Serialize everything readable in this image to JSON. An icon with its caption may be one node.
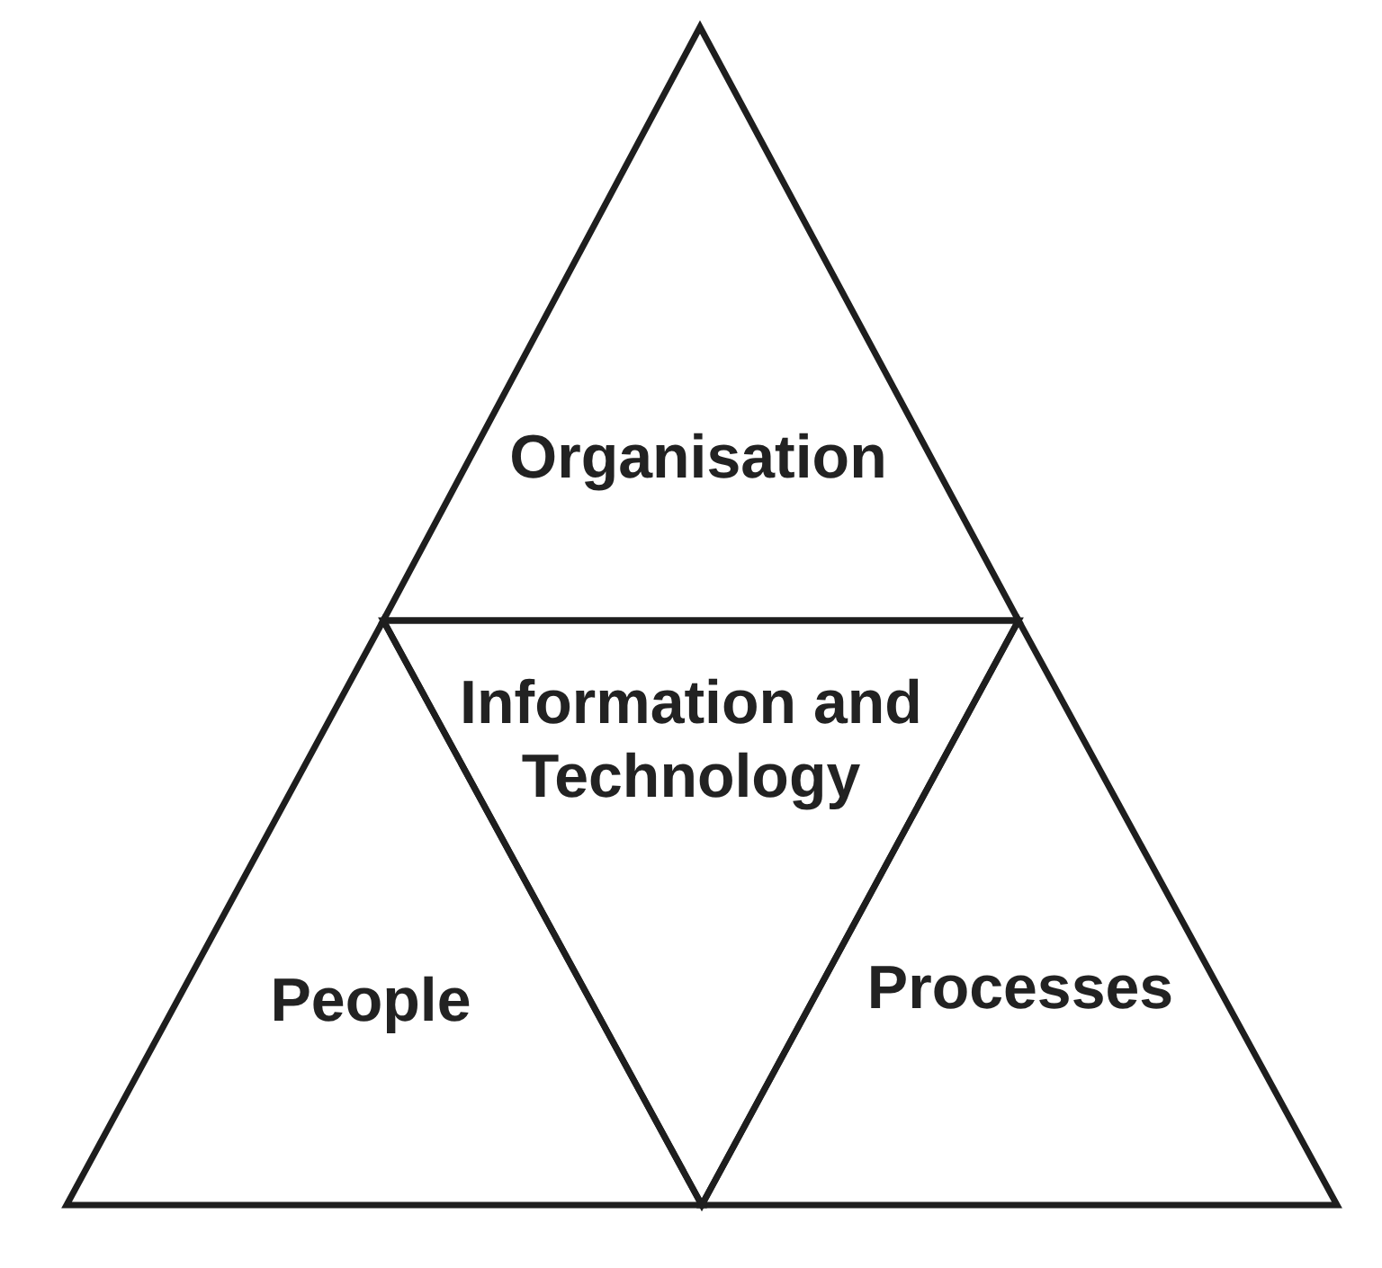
{
  "diagram": {
    "nodes": [
      {
        "text": [
          "Organisation"
        ]
      },
      {
        "text": [
          "People"
        ]
      },
      {
        "text": [
          "Information and Technology"
        ]
      },
      {
        "text": [
          "Processes"
        ]
      }
    ]
  }
}
